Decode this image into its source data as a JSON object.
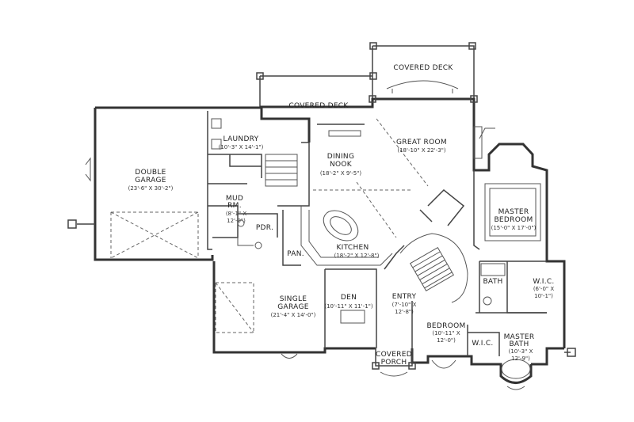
{
  "rooms": {
    "covered_deck_upper": {
      "name": "COVERED DECK"
    },
    "covered_deck_lower": {
      "name": "COVERED DECK"
    },
    "double_garage": {
      "name_1": "DOUBLE",
      "name_2": "GARAGE",
      "dim": "(23'-6\" X 30'-2\")"
    },
    "laundry": {
      "name": "LAUNDRY",
      "dim": "(10'-3\" X 14'-1\")"
    },
    "dining_nook": {
      "name_1": "DINING",
      "name_2": "NOOK",
      "dim": "(18'-2\" X 9'-5\")"
    },
    "great_room": {
      "name": "GREAT ROOM",
      "dim": "(18'-10\" X 22'-3\")"
    },
    "mud_rm": {
      "name_1": "MUD",
      "name_2": "RM.",
      "dim_1": "(8'-1\" X",
      "dim_2": "12'-0\")"
    },
    "pdr": {
      "name": "PDR."
    },
    "pan": {
      "name": "PAN."
    },
    "kitchen": {
      "name": "KITCHEN",
      "dim": "(18'-2\" X 12'-8\")"
    },
    "master_bedroom": {
      "name_1": "MASTER",
      "name_2": "BEDROOM",
      "dim": "(15'-0\" X 17'-0\")"
    },
    "bath": {
      "name": "BATH"
    },
    "wic_master": {
      "name": "W.I.C.",
      "dim_1": "(6'-0\" X",
      "dim_2": "10'-1\")"
    },
    "single_garage": {
      "name_1": "SINGLE",
      "name_2": "GARAGE",
      "dim": "(21'-4\" X 14'-0\")"
    },
    "den": {
      "name": "DEN",
      "dim": "(10'-11\" X 11'-1\")"
    },
    "entry": {
      "name": "ENTRY",
      "dim_1": "(7'-10\" X",
      "dim_2": "12'-8\")"
    },
    "bedroom": {
      "name": "BEDROOM",
      "dim_1": "(10'-11\" X",
      "dim_2": "12'-0\")"
    },
    "wic_bedroom": {
      "name": "W.I.C."
    },
    "master_bath": {
      "name_1": "MASTER",
      "name_2": "BATH",
      "dim_1": "(10'-3\" X",
      "dim_2": "12'-9\")"
    },
    "covered_porch": {
      "name_1": "COVERED",
      "name_2": "PORCH"
    }
  }
}
